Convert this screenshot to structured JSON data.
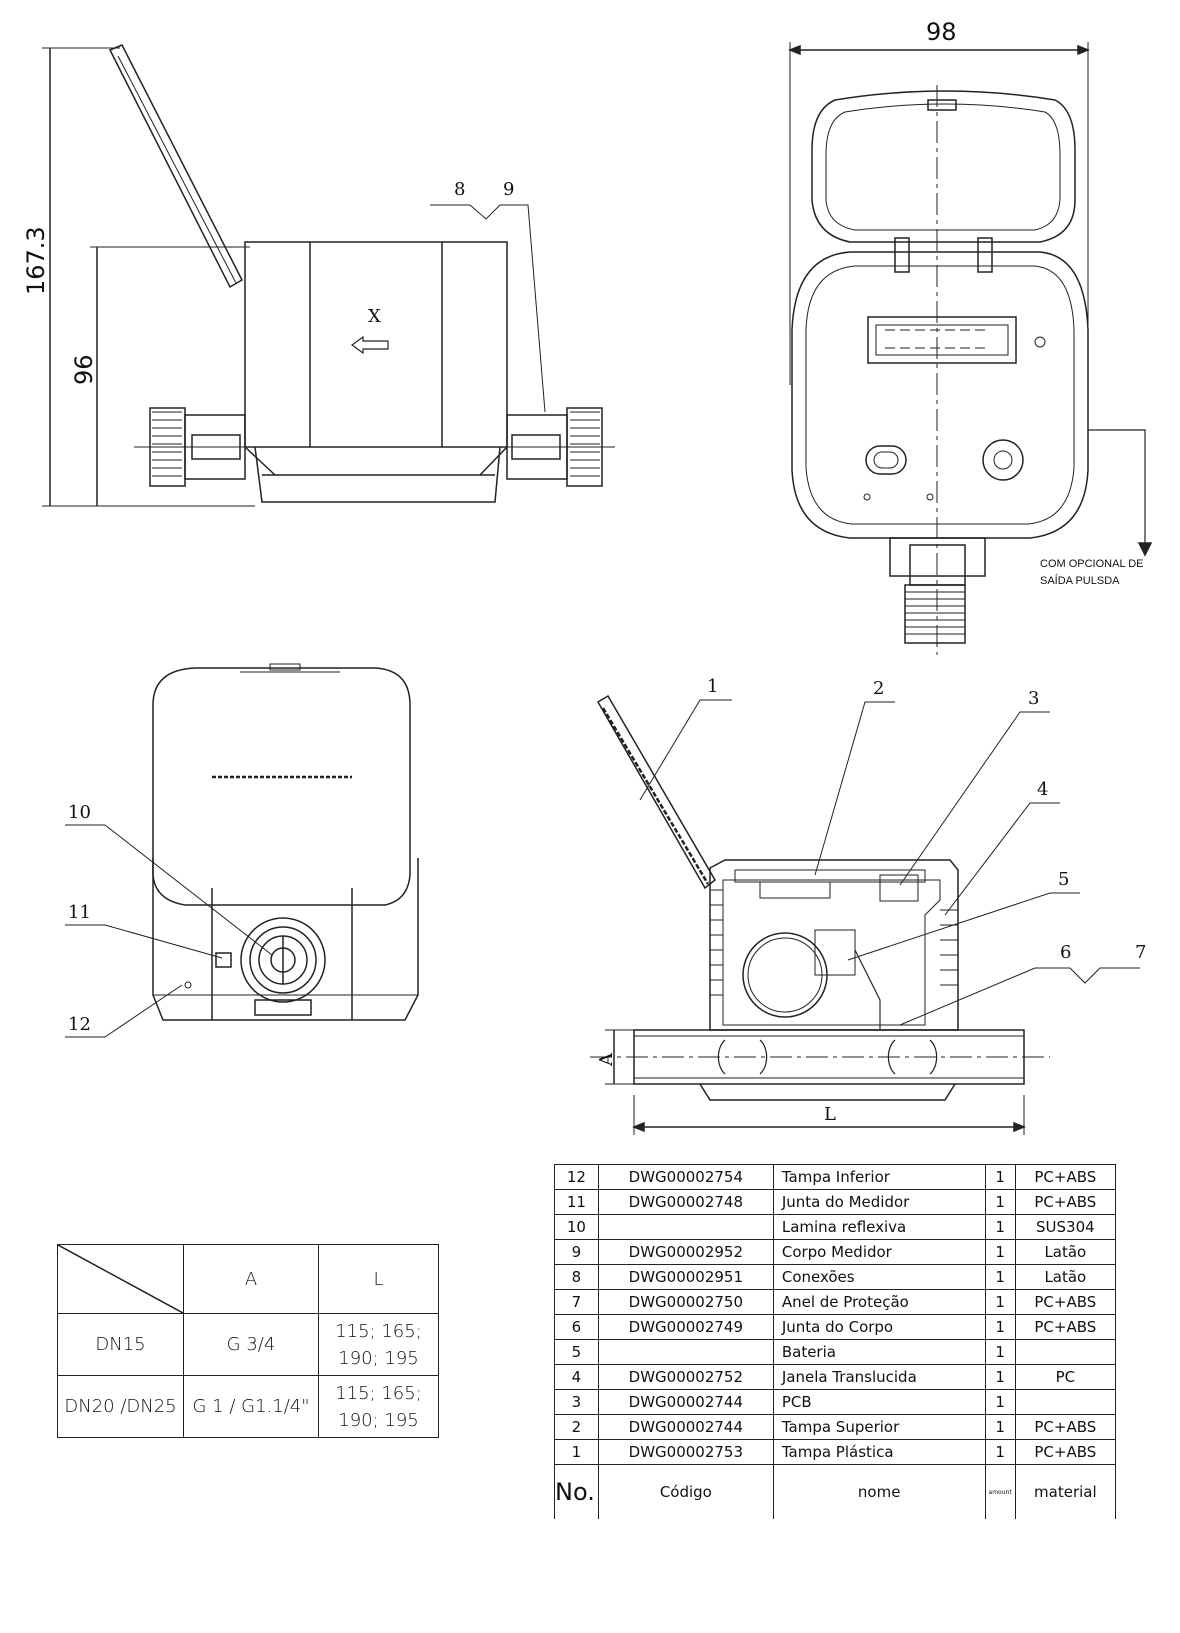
{
  "dimensions": {
    "height_total": "167.3",
    "height_body": "96",
    "width_total": "98",
    "label_a": "A",
    "label_l": "L",
    "flow_label": "X"
  },
  "callouts": [
    "1",
    "2",
    "3",
    "4",
    "5",
    "6",
    "7",
    "8",
    "9",
    "10",
    "11",
    "12"
  ],
  "pulse_note": [
    "COM OPCIONAL DE",
    "SAÍDA PULSDA"
  ],
  "size_table": {
    "header": [
      "A",
      "L"
    ],
    "rows": [
      {
        "dn": "DN15",
        "a": "G 3/4",
        "l": [
          "115; 165;",
          "190; 195"
        ]
      },
      {
        "dn": "DN20 /DN25",
        "a": "G 1 / G1.1/4\"",
        "l": [
          "115; 165;",
          "190; 195"
        ]
      }
    ]
  },
  "parts_table": {
    "rows": [
      {
        "no": "12",
        "code": "DWG00002754",
        "name": "Tampa Inferior",
        "qty": "1",
        "material": "PC+ABS"
      },
      {
        "no": "11",
        "code": "DWG00002748",
        "name": "Junta do Medidor",
        "qty": "1",
        "material": "PC+ABS"
      },
      {
        "no": "10",
        "code": "",
        "name": "Lamina reflexiva",
        "qty": "1",
        "material": "SUS304"
      },
      {
        "no": "9",
        "code": "DWG00002952",
        "name": "Corpo Medidor",
        "qty": "1",
        "material": "Latão"
      },
      {
        "no": "8",
        "code": "DWG00002951",
        "name": "Conexões",
        "qty": "1",
        "material": "Latão"
      },
      {
        "no": "7",
        "code": "DWG00002750",
        "name": "Anel de Proteção",
        "qty": "1",
        "material": "PC+ABS"
      },
      {
        "no": "6",
        "code": "DWG00002749",
        "name": "Junta do Corpo",
        "qty": "1",
        "material": "PC+ABS"
      },
      {
        "no": "5",
        "code": "",
        "name": "Bateria",
        "qty": "1",
        "material": ""
      },
      {
        "no": "4",
        "code": "DWG00002752",
        "name": "Janela Translucida",
        "qty": "1",
        "material": "PC"
      },
      {
        "no": "3",
        "code": "DWG00002744",
        "name": "PCB",
        "qty": "1",
        "material": ""
      },
      {
        "no": "2",
        "code": "DWG00002744",
        "name": "Tampa Superior",
        "qty": "1",
        "material": "PC+ABS"
      },
      {
        "no": "1",
        "code": "DWG00002753",
        "name": "Tampa Plástica",
        "qty": "1",
        "material": "PC+ABS"
      }
    ],
    "header": {
      "no": "No.",
      "code": "Código",
      "name": "nome",
      "qty": "amount",
      "material": "material"
    }
  }
}
